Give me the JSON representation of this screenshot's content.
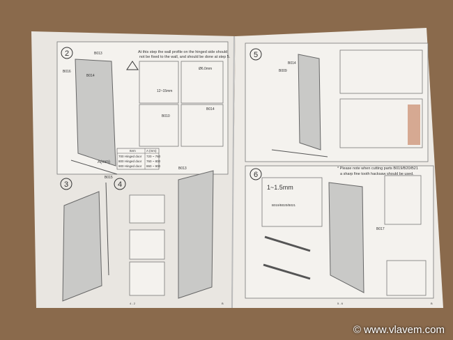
{
  "left_page": {
    "steps": [
      "2",
      "3",
      "4"
    ],
    "warning": [
      "At this step the wall profile on the hinged side should",
      "not be fixed to the wall, and should be done at step 5."
    ],
    "labels": {
      "b013": "B013",
      "b016": "B016",
      "b014": "B014",
      "a_mm": "A(mm)",
      "drill": "Ø6.0mm",
      "depth": "12~15mm",
      "b010": "B010",
      "b014b": "B014",
      "b015": "B015",
      "b013b": "B013"
    },
    "table": {
      "headers": [
        "Item",
        "A (mm)"
      ],
      "rows": [
        [
          "700 Hinged door",
          "720 ~ 760"
        ],
        [
          "800 Hinged door",
          "760 ~ 800"
        ],
        [
          "900 Hinged door",
          "860 ~ 900"
        ]
      ]
    },
    "page_number": "4 - 2",
    "page_mark": "B"
  },
  "right_page": {
    "steps": [
      "5",
      "6"
    ],
    "labels": {
      "b014": "B014",
      "b009": "B009",
      "gap": "1~1.5mm",
      "parts": "B019/B020/B021",
      "b017": "B017"
    },
    "note": [
      "* Please note when cutting parts B019/B20/B21",
      "a sharp fine tooth hacksaw should be used."
    ],
    "page_number": "5 - 6",
    "page_mark": "B"
  },
  "watermark": "© www.vlavem.com",
  "colors": {
    "background": "#8a6a4c",
    "paper": "#eeebe6"
  }
}
